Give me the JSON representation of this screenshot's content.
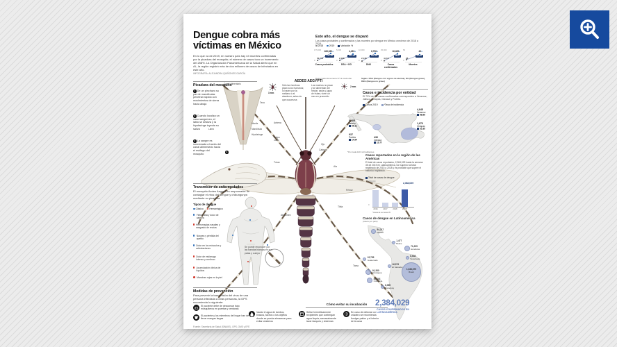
{
  "viewer": {
    "zoom_button": "acercar"
  },
  "poster": {
    "title_line1": "Dengue cobra más",
    "title_line2": "víctimas en México",
    "intro": "En lo que va de 2019, en nuestro país hay 43 muertes confirmadas por la picadura del mosquito; el número de casos tuvo un incremento del 258%. La Organización Panamericana de la Salud alertó que en AL, la región registró más de dos millones de casos de infectados en este año.",
    "byline": "INFOGRAFÍA: ALEJANDRA QUIÑONES GARCÍA",
    "fuente": "Fuente: Secretaría de Salud (SINAVE), OPS, OMS y EFE"
  },
  "surge": {
    "title": "Este año, el dengue se disparó",
    "subtitle": "Los casos probables y confirmados y las muertes por dengue en México crecieron de 2018 a 2019.",
    "legend": {
      "l1": "2018",
      "l2": "2019",
      "l3": "Variación %"
    },
    "panels": [
      {
        "label": "Casos probables",
        "axis_top": "175,000",
        "axis_bottom": "0",
        "v2018": "52,744",
        "v2019": "166,330",
        "pct": "215.4%"
      },
      {
        "label": "DSA + DG",
        "axis_top": "5,000",
        "axis_bottom": "0",
        "v2018": "2,198",
        "v2019": "4,493",
        "pct": "104.4%"
      },
      {
        "label": "DNG",
        "axis_top": "10,000",
        "axis_bottom": "0",
        "v2018": "2,148",
        "v2019": "8,796",
        "pct": "309.4%"
      },
      {
        "label": "Casos confirmados",
        "axis_top": "25,000",
        "axis_bottom": "0",
        "v2018": "4,310",
        "v2019": "16,465",
        "pct": "282%"
      },
      {
        "label": "Muertes",
        "axis_top": "50",
        "axis_bottom": "0",
        "v2018": "28",
        "v2019": "43",
        "pct": "53.6%"
      }
    ],
    "footnote_left": "Datos hasta la semana 37 de cada año",
    "footnote_right": "Siglas: DSA (Dengue con signos de alarma), DG (Dengue grave), DNG (Dengue no grave)"
  },
  "bite": {
    "title": "Picadura del mosquito",
    "steps": [
      {
        "num": "1",
        "text": "De un pinchazo su par de mandíbulas penetran rápido con movimientos de sierra hacia abajo"
      },
      {
        "num": "2",
        "text": "Cuando localiza un vaso sanguíneo, el labio se desliza y la hipofaringe inyecta su saliva"
      },
      {
        "num": "3",
        "text": "La sangre es succionada a través del canal alimentario hacia el esófago del mosquito"
      },
      {
        "num": "4",
        "text": ""
      }
    ],
    "labels": {
      "canal": "Canal alimentario",
      "teca": "Teca",
      "labro": "Labro",
      "maxila": "Maxila",
      "mandibula": "Mandíbula",
      "hipofaringe": "Hipofaringe"
    }
  },
  "aedes": {
    "title": "AEDES AEGYPTI",
    "female_size": "3 mm",
    "male_size": "2 mm",
    "female_text": "Sólo las hembras pican a los humanos; lo hacen por la mañana o al atardecer, antes de que oscurezca",
    "male_text": "Los machos no pican y se alimentan del néctar, savia y jugos de frutas; viven un mes en promedio",
    "parts": {
      "antena": "Antena",
      "palpo": "Palpo corto",
      "ojo": "Ojo",
      "cabeza": "Cabeza",
      "torax": "Tórax",
      "ala": "Ala",
      "femur": "Fémur",
      "tibia": "Tibia",
      "abdomen": "Abdomen",
      "tarso": "Tarso"
    },
    "inset_note": "Se puede reconocer por las bandas blancas en sus patas y cuerpo"
  },
  "transmitter": {
    "title": "Transmisor de enfermedades",
    "text": "El mosquito Aedes Aegypti es responsable de contagiar el virus del dengue y chikungunya mediante su picadura.",
    "types_title": "Tipos de dengue",
    "type1": "Clásico",
    "type2": "Hemorrágico",
    "symptoms": [
      {
        "text": "Fiebre alta y dolor de cabeza"
      },
      {
        "text": "Hemorragias nasales y sangrado de encías"
      },
      {
        "text": "Náusea y pérdida del apetito"
      },
      {
        "text": "Dolor en los músculos y articulaciones"
      },
      {
        "text": "Dolor de estómago intenso y continuo"
      },
      {
        "text": "Acumulación clínica de líquidos"
      },
      {
        "text": "Manchas rojas en la piel"
      }
    ]
  },
  "prevention": {
    "title": "Medidas de prevención",
    "intro": "Para prevenir la transmisión del virus de una persona infectada a otras personas, la OPS recomienda lo siguiente:",
    "items": [
      {
        "text": "El paciente debe de descansar bajo mosquiteros en puertas y ventanas"
      },
      {
        "text": "El paciente y los miembros del hogar han de llevar mangas largas"
      }
    ]
  },
  "incubation": {
    "title": "Cómo evitar su incubación",
    "items": [
      {
        "text": "Vaciar el agua de tambos, tinacos, tachos o los objetos donde se pueda almacenar para evitar criaderos"
      },
      {
        "text": "Sellar herméticamente recipientes que contengan agua limpia; semanalmente lavar tanques y cisternas"
      },
      {
        "text": "En caso de detectar un criadero se recomienda fumigar patios y el interior de la casa"
      }
    ]
  },
  "states": {
    "title": "Casos e incidencia por entidad",
    "intro": "El 72% de los casos confirmados corresponden a Veracruz, Jalisco, Chiapas, Oaxaca y Puebla.",
    "legend1": "Casos 2019",
    "legend2": "*Tasa de incidencia",
    "callouts": [
      {
        "value": "4,845",
        "name": "Veracruz",
        "rate": "58.55"
      },
      {
        "value": "1,873",
        "name": "Chiapas",
        "rate": "33.35"
      },
      {
        "value": "5,405",
        "name": "Jalisco",
        "rate": "65.11"
      },
      {
        "value": "937",
        "name": "Puebla",
        "rate": "14.94"
      },
      {
        "value": "436",
        "name": "Oaxaca",
        "rate": "10.77"
      }
    ],
    "footnote": "*Por cada 100 mil habitantes"
  },
  "americas": {
    "title": "Casos reportados en la región de las Américas",
    "text": "El total de casos reportados, 2,384,029 hasta la semana 35 de 2019 en Latinoamérica, fue superior al total registrado de 2015 a 2018 y es probable que supere el histórico registrado.",
    "legend": "Total de casos de dengue",
    "axis_top": "3,000,000",
    "axis_bottom": "0",
    "callout": "2,384,029",
    "cats": [
      "2016",
      "2017",
      "2018",
      "2019*"
    ],
    "footnote": "*Hasta la semana 35"
  },
  "latam": {
    "title": "Casos de dengue en Latinoamérica",
    "subtitle": "(casos por país)",
    "bubbles": [
      {
        "value": "54,217",
        "name": "México"
      },
      {
        "value": "1,477",
        "name": "Belice"
      },
      {
        "value": "71,295",
        "name": "Honduras"
      },
      {
        "value": "22,755",
        "name": "Guatemala"
      },
      {
        "value": "8,638",
        "name": "Venezuela"
      },
      {
        "value": "16,973",
        "name": "El Salvador"
      },
      {
        "value": "91,260",
        "name": "Nicaragua"
      },
      {
        "value": "84,644",
        "name": "Colombia"
      },
      {
        "value": "8,660",
        "name": "Paraguay"
      },
      {
        "value": "1,638,675",
        "name": "Brasil"
      }
    ],
    "total": "2,384,029",
    "total_caption": "CASOS CONFIRMADOS EN LATINOAMÉRICA"
  },
  "chart_data": [
    {
      "type": "line",
      "title": "Este año, el dengue se disparó",
      "categories": [
        "2018",
        "2019"
      ],
      "series": [
        {
          "name": "Casos probables",
          "values": [
            52744,
            166330
          ],
          "pct": "215.4%"
        },
        {
          "name": "DSA + DG",
          "values": [
            2198,
            4493
          ],
          "pct": "104.4%"
        },
        {
          "name": "DNG",
          "values": [
            2148,
            8796
          ],
          "pct": "309.4%"
        },
        {
          "name": "Casos confirmados",
          "values": [
            4310,
            16465
          ],
          "pct": "282%"
        },
        {
          "name": "Muertes",
          "values": [
            28,
            43
          ],
          "pct": "53.6%"
        }
      ],
      "legend_position": "top"
    },
    {
      "type": "bar",
      "title": "Casos reportados en la región de las Américas",
      "categories": [
        "2016",
        "2017",
        "2018",
        "2019*"
      ],
      "values": [
        2250000,
        580000,
        560000,
        2384029
      ],
      "ylim": [
        0,
        3000000
      ],
      "highlight_index": 3,
      "callout": "2,384,029",
      "ylabel": "Total de casos de dengue"
    },
    {
      "type": "map-bubbles",
      "title": "Casos de dengue en Latinoamérica",
      "points": [
        {
          "country": "México",
          "n": 54217
        },
        {
          "country": "Belice",
          "n": 1477
        },
        {
          "country": "Honduras",
          "n": 71295
        },
        {
          "country": "Guatemala",
          "n": 22755
        },
        {
          "country": "Venezuela",
          "n": 8638
        },
        {
          "country": "El Salvador",
          "n": 16973
        },
        {
          "country": "Nicaragua",
          "n": 91260
        },
        {
          "country": "Colombia",
          "n": 84644
        },
        {
          "country": "Paraguay",
          "n": 8660
        },
        {
          "country": "Brasil",
          "n": 1638675
        }
      ],
      "total": 2384029
    }
  ]
}
